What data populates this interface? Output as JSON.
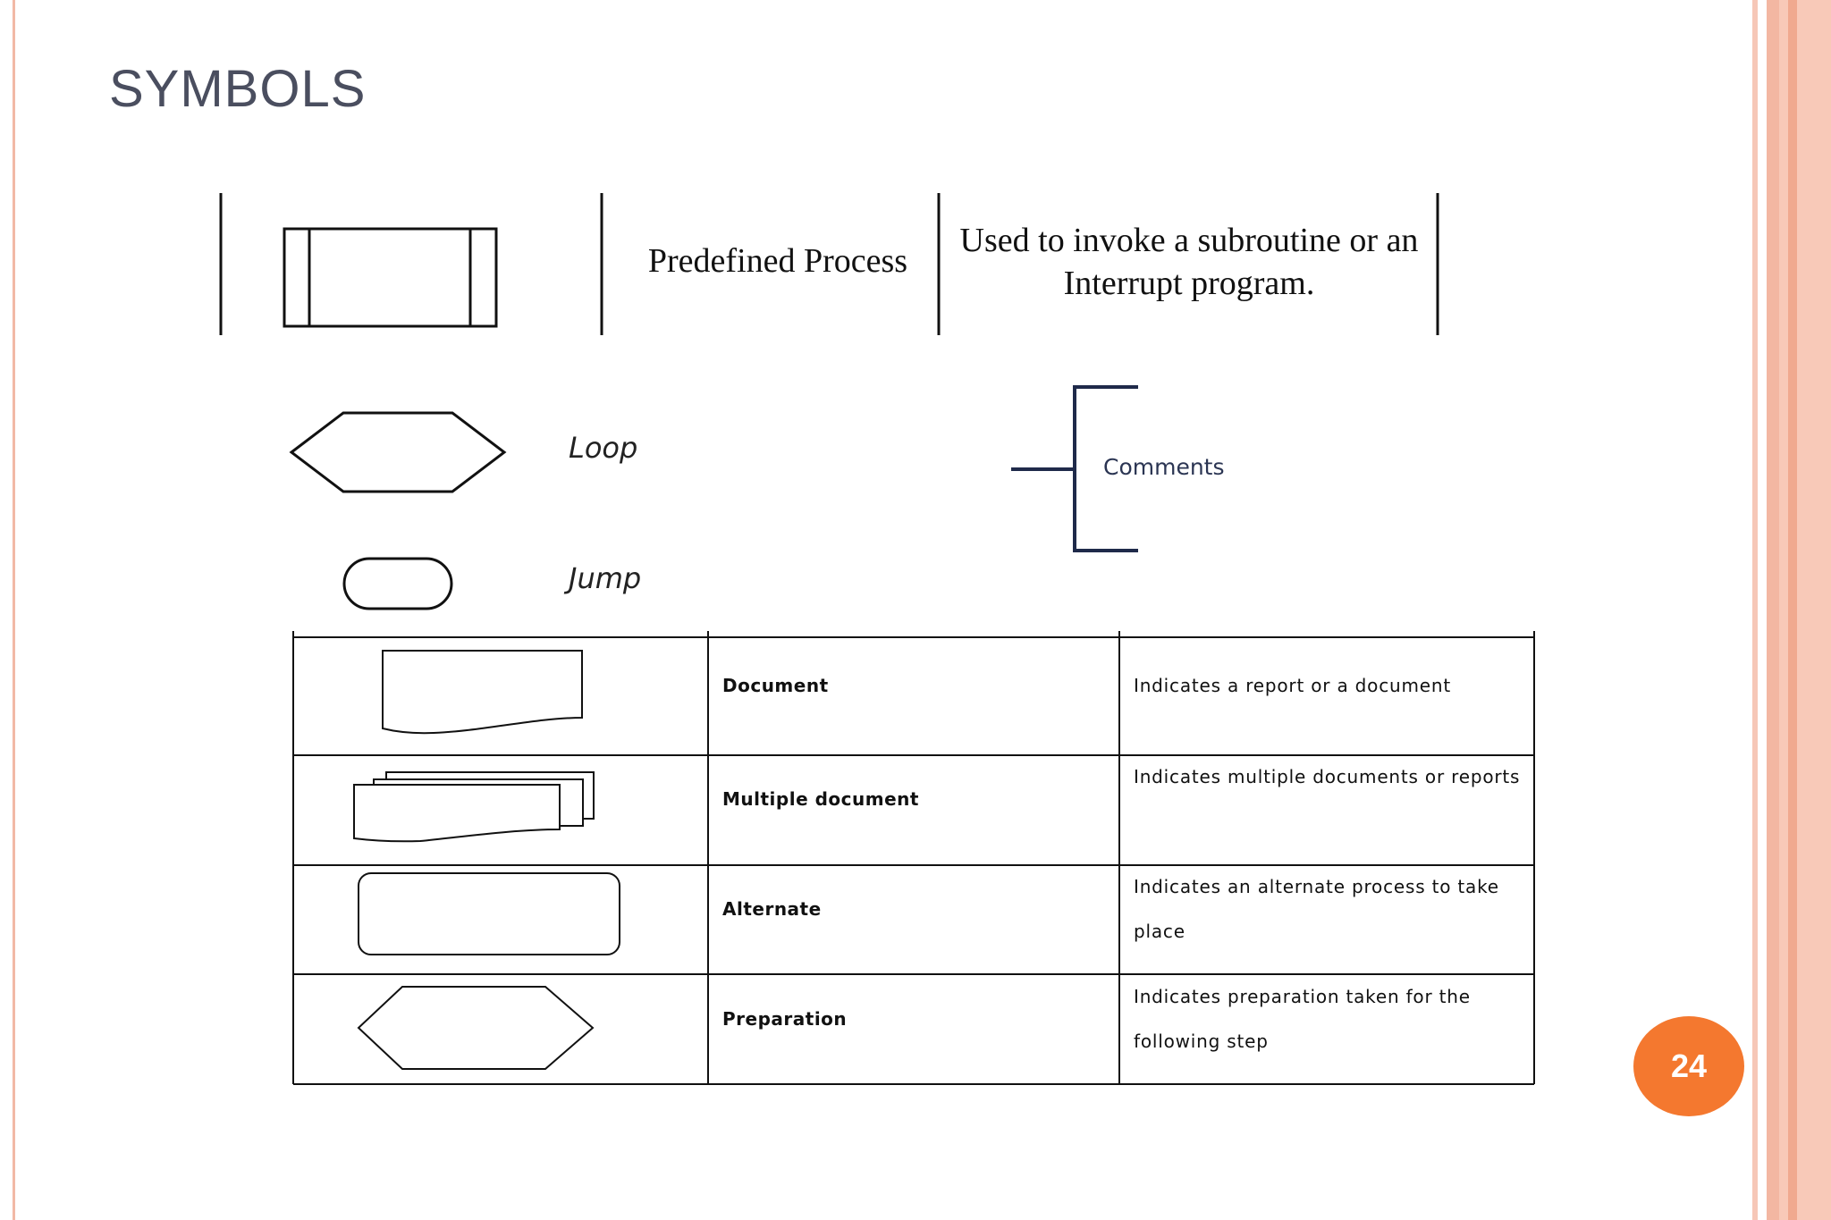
{
  "slide": {
    "title": "SYMBOLS",
    "page_number": "24"
  },
  "top_row": {
    "name": "Predefined Process",
    "description": "Used to invoke a subroutine or an Interrupt program."
  },
  "loop": {
    "label": "Loop"
  },
  "jump": {
    "label": "Jump"
  },
  "comments": {
    "label": "Comments"
  },
  "table": {
    "rows": [
      {
        "name": "Document",
        "description": "Indicates a report or a document"
      },
      {
        "name": "Multiple document",
        "description": "Indicates multiple documents or reports"
      },
      {
        "name": "Alternate",
        "description": "Indicates an alternate process to take place"
      },
      {
        "name": "Preparation",
        "description": "Indicates preparation taken for the following step"
      }
    ]
  }
}
